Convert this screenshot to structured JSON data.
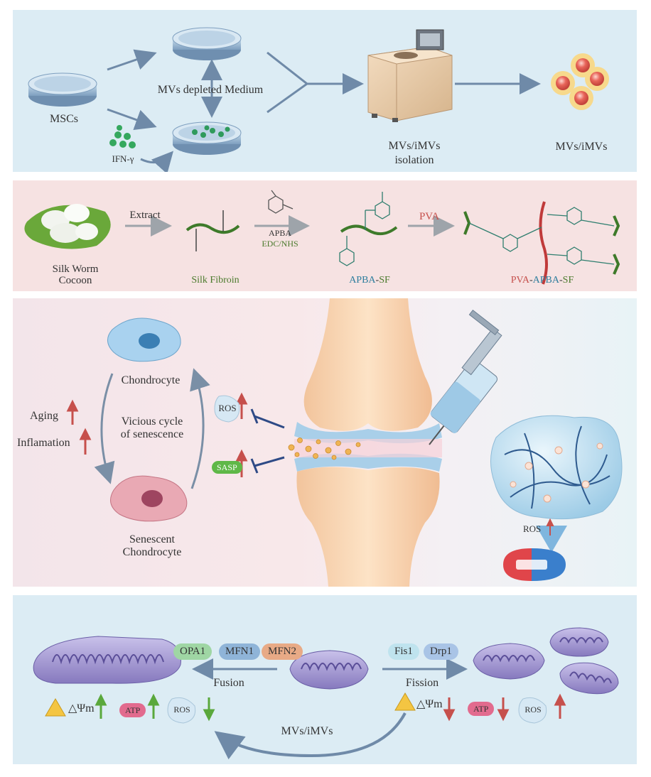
{
  "panel1": {
    "mscs": "MSCs",
    "ifn": "IFN-γ",
    "depleted_medium": "MVs depleted Medium",
    "isolation_line1": "MVs/iMVs",
    "isolation_line2": "isolation",
    "product": "MVs/iMVs"
  },
  "panel2": {
    "cocoon_line1": "Silk Worm",
    "cocoon_line2": "Cocoon",
    "extract": "Extract",
    "silk_fibroin": "Silk Fibroin",
    "apba": "APBA",
    "edc_nhs": "EDC/NHS",
    "apba_sf": [
      "APBA",
      "-",
      "SF"
    ],
    "pva": "PVA",
    "product": [
      "PVA",
      "-",
      "APBA",
      "-",
      "SF"
    ]
  },
  "panel3": {
    "chondrocyte": "Chondrocyte",
    "cycle_line1": "Vicious cycle",
    "cycle_line2": "of senescence",
    "aging": "Aging",
    "inflammation": "Inflamation",
    "ros": "ROS",
    "sasp": "SASP",
    "senescent_line1": "Senescent",
    "senescent_line2": "Chondrocyte",
    "hydrogel_ros": "ROS"
  },
  "panel4": {
    "opa1": "OPA1",
    "mfn1": "MFN1",
    "mfn2": "MFN2",
    "fusion": "Fusion",
    "fis1": "Fis1",
    "drp1": "Drp1",
    "fission": "Fission",
    "delta_psi_left": "△Ψm",
    "atp_left": "ATP",
    "ros_left": "ROS",
    "delta_psi_right": "△Ψm",
    "atp_right": "ATP",
    "ros_right": "ROS",
    "treatment": "MVs/iMVs"
  },
  "colors": {
    "blue_panel": "#dcecf4",
    "pink_panel": "#f6e2e2",
    "up_red": "#c6504c",
    "up_green": "#5aa83c",
    "down_red": "#c6504c",
    "inhibit_navy": "#2e4a86",
    "mitochondria": "#a79ed0",
    "arrow_blue": "#6f8aa8"
  }
}
